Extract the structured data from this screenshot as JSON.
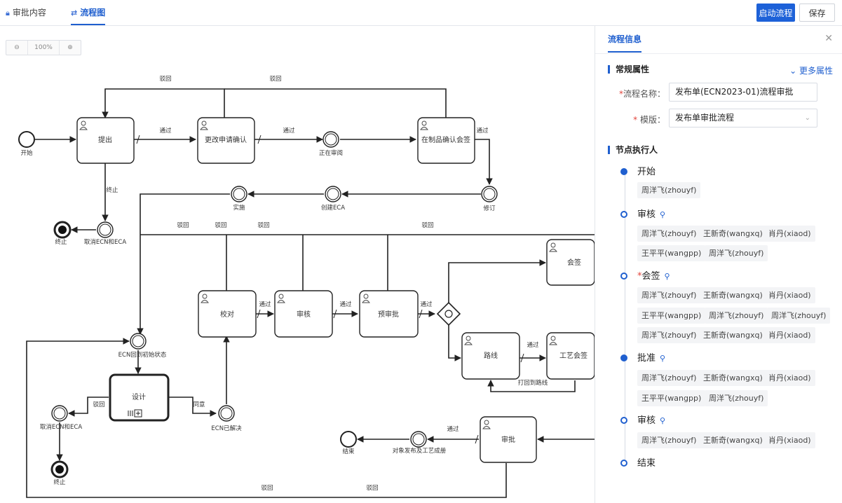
{
  "tabs": [
    {
      "label": "审批内容",
      "icon": "lock-icon"
    },
    {
      "label": "流程图",
      "icon": "flow-icon"
    }
  ],
  "toolbar": {
    "start_label": "启动流程",
    "save_label": "保存"
  },
  "zoom": {
    "out": "⊖",
    "level": "100%",
    "in": "⊕"
  },
  "diagram": {
    "nodes": {
      "start": "开始",
      "tichu": "提出",
      "change_confirm": "更改申请确认",
      "in_review": "正在审阅",
      "wip_confirm": "在制品确认会签",
      "revise": "修订",
      "create_eca": "创建ECA",
      "implement": "实施",
      "cancel1": "取消ECN和ECA",
      "end1": "终止",
      "init_state": "ECN回到初始状态",
      "design": "设计",
      "cancel2": "取消ECN和ECA",
      "end2": "终止",
      "solved": "ECN已解决",
      "check": "校对",
      "shenhe": "审核",
      "pre_approve": "预审批",
      "huiqian": "会签",
      "route": "路线",
      "craft_sign": "工艺会签",
      "approve": "审批",
      "publish": "对象发布及工艺成册",
      "finish": "结束"
    },
    "flows": {
      "reject": "驳回",
      "pass": "通过",
      "terminate": "终止",
      "agree": "同意",
      "print_route": "打回到路线"
    }
  },
  "panel": {
    "tab": "流程信息",
    "close": "✕",
    "general_title": "常规属性",
    "more_label": "更多属性",
    "form": {
      "name_label": "流程名称",
      "name_value": "发布单(ECN2023-01)流程审批",
      "template_label": "模版",
      "template_value": "发布单审批流程"
    },
    "executors_title": "节点执行人",
    "nodes": [
      {
        "label": "开始",
        "required": false,
        "has_person": false,
        "people": [
          "周洋飞(zhouyf)"
        ]
      },
      {
        "label": "审核",
        "required": false,
        "has_person": true,
        "people": [
          "周洋飞(zhouyf)",
          "王新奇(wangxq)",
          "肖丹(xiaod)",
          "王平平(wangpp)",
          "周洋飞(zhouyf)"
        ]
      },
      {
        "label": "会签",
        "required": true,
        "has_person": true,
        "people": [
          "周洋飞(zhouyf)",
          "王新奇(wangxq)",
          "肖丹(xiaod)",
          "王平平(wangpp)",
          "周洋飞(zhouyf)",
          "周洋飞(zhouyf)",
          "周洋飞(zhouyf)",
          "王新奇(wangxq)",
          "肖丹(xiaod)"
        ]
      },
      {
        "label": "批准",
        "required": false,
        "has_person": true,
        "people": [
          "周洋飞(zhouyf)",
          "王新奇(wangxq)",
          "肖丹(xiaod)",
          "王平平(wangpp)",
          "周洋飞(zhouyf)"
        ]
      },
      {
        "label": "审核",
        "required": false,
        "has_person": true,
        "people": [
          "周洋飞(zhouyf)",
          "王新奇(wangxq)",
          "肖丹(xiaod)"
        ]
      },
      {
        "label": "结束",
        "required": false,
        "has_person": false,
        "people": []
      }
    ]
  }
}
